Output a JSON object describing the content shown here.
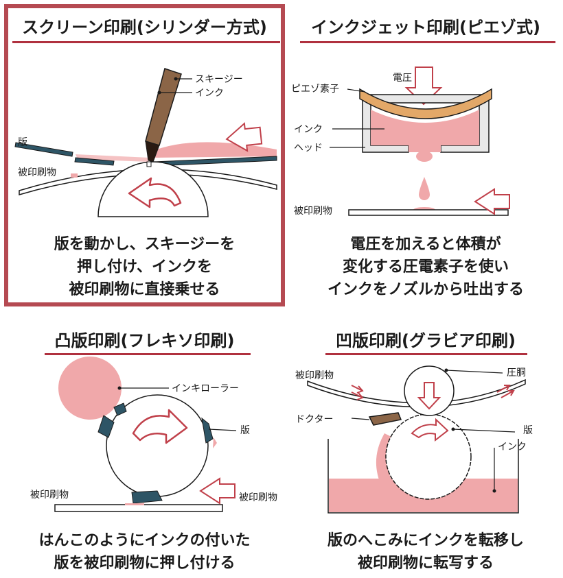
{
  "colors": {
    "accent": "#b0313f",
    "frame": "#b54a52",
    "ink": "#f0a8aa",
    "plate": "#2e5566",
    "squeegee": "#8b6547",
    "piezo": "#e3a868",
    "head": "#e8e8e8"
  },
  "screen": {
    "title": "スクリーン印刷(シリンダー方式)",
    "label_squeegee": "スキージー",
    "label_ink": "インク",
    "label_plate": "版",
    "label_substrate": "被印刷物",
    "caption_lines": [
      "版を動かし、スキージーを",
      "押し付け、インクを",
      "被印刷物に直接乗せる"
    ]
  },
  "inkjet": {
    "title": "インクジェット印刷(ピエゾ式)",
    "label_voltage": "電圧",
    "label_piezo": "ピエゾ素子",
    "label_ink": "インク",
    "label_head": "ヘッド",
    "label_substrate": "被印刷物",
    "caption_lines": [
      "電圧を加えると体積が",
      "変化する圧電素子を使い",
      "インクをノズルから吐出する"
    ]
  },
  "flexo": {
    "title": "凸版印刷(フレキソ印刷)",
    "label_roller": "インキローラー",
    "label_plate": "版",
    "label_substrate_left": "被印刷物",
    "label_substrate_right": "被印刷物",
    "caption_lines": [
      "はんこのようにインクの付いた",
      "版を被印刷物に押し付ける"
    ]
  },
  "gravure": {
    "title": "凹版印刷(グラビア印刷)",
    "label_substrate": "被印刷物",
    "label_cylinder": "圧胴",
    "label_doctor": "ドクター",
    "label_plate": "版",
    "label_ink": "インク",
    "caption_lines": [
      "版のへこみにインクを転移し",
      "被印刷物に転写する"
    ]
  }
}
